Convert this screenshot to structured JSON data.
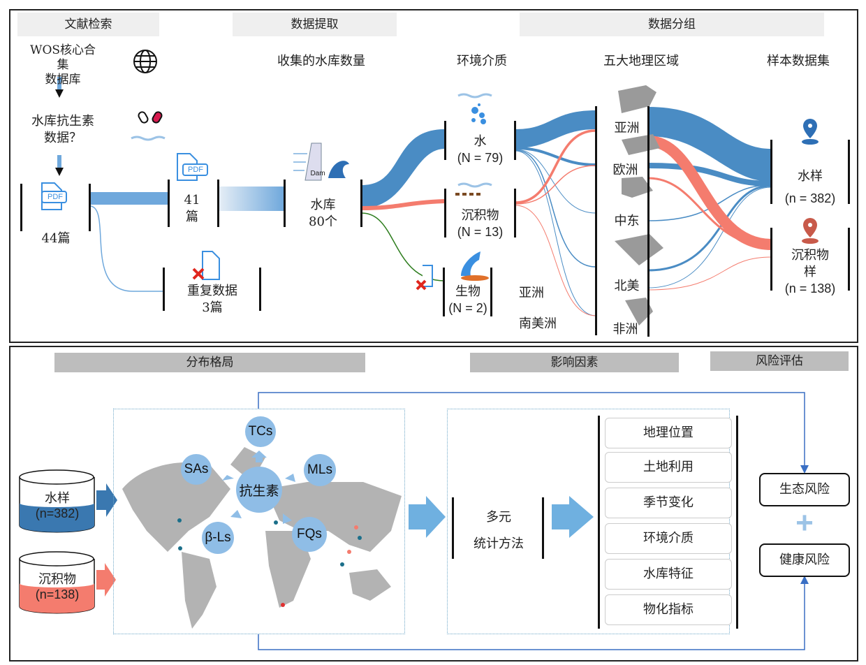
{
  "top": {
    "headers": {
      "search": "文献检索",
      "extract": "数据提取",
      "group": "数据分组"
    },
    "wos": "WOS核心合集\n数据库",
    "question": "水库抗生素\n数据？",
    "pdf44": "44篇",
    "pdf41": "41\n篇",
    "duplicate": "重复数据\n3篇",
    "reservoir_title": "收集的水库数量",
    "reservoir": "水库\n80个",
    "dam_label": "Dam",
    "pdf_label": "PDF",
    "media_title": "环境介质",
    "water": "水\n(N = 79)",
    "sediment": "沉积物\n(N = 13)",
    "biota": "生物\n(N = 2)",
    "biota_asia": "亚洲",
    "biota_sa": "南美洲",
    "regions_title": "五大地理区域",
    "regions": [
      "亚洲",
      "欧洲",
      "中东",
      "北美",
      "非洲"
    ],
    "samples_title": "样本数据集",
    "water_samples": "水样\n(n = 382)",
    "sed_samples": "沉积物\n样\n(n = 138)"
  },
  "bottom": {
    "headers": {
      "distribution": "分布格局",
      "factors": "影响因素",
      "risk": "风险评估"
    },
    "water_cyl": "水样\n(n=382)",
    "sed_cyl": "沉积物\n(n=138)",
    "antibiotics": {
      "center": "抗生素",
      "tcs": "TCs",
      "sas": "SAs",
      "mls": "MLs",
      "bls": "β-Ls",
      "fqs": "FQs"
    },
    "method": "多元\n统计方法",
    "factors": [
      "地理位置",
      "土地利用",
      "季节变化",
      "环境介质",
      "水库特征",
      "物化指标"
    ],
    "eco_risk": "生态风险",
    "plus": "+",
    "health_risk": "健康风险"
  },
  "colors": {
    "water": "#4a8cc4",
    "sediment": "#f47c6e",
    "light": "#6fa8dc",
    "green": "#2e7d1e"
  }
}
